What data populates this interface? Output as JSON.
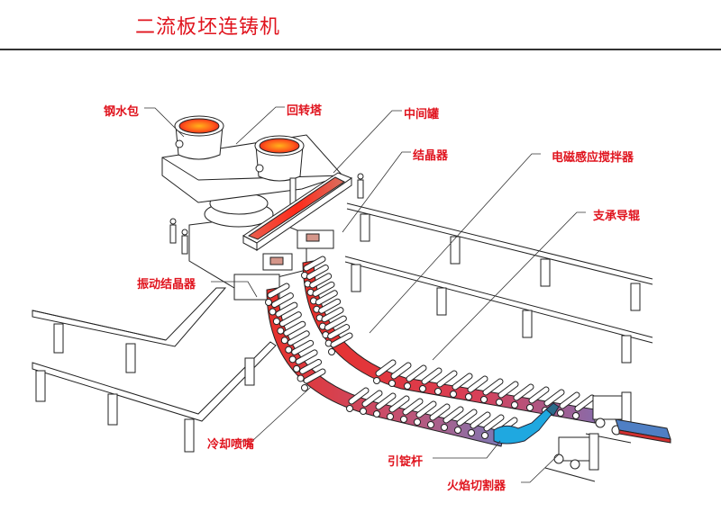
{
  "title": "二流板坯连铸机",
  "colors": {
    "label": "#e0141e",
    "hot_steel": "#e8302a",
    "molten": "#ff6a1a",
    "cool_steel": "#4f7fc4",
    "dummy_bar": "#1fa8e0",
    "line": "#222222"
  },
  "labels": {
    "ladle": "钢水包",
    "turret": "回转塔",
    "tundish": "中间罐",
    "mold": "结晶器",
    "ems": "电磁感应搅拌器",
    "support_rolls": "支承导辊",
    "oscillating_mold": "振动结晶器",
    "spray_nozzles": "冷却喷嘴",
    "dummy_bar": "引锭杆",
    "torch_cutter": "火焰切割器"
  }
}
